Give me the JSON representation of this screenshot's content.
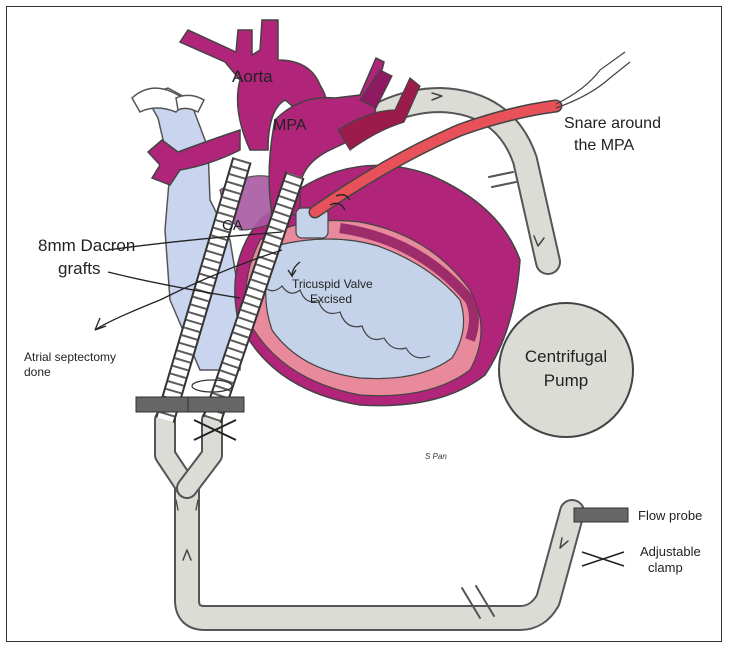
{
  "labels": {
    "aorta": "Aorta",
    "mpa": "MPA",
    "ca": "CA",
    "snare_line1": "Snare around",
    "snare_line2": "the MPA",
    "grafts_line1": "8mm Dacron",
    "grafts_line2": "grafts",
    "tricuspid_line1": "Tricuspid Valve",
    "tricuspid_line2": "Excised",
    "atrial_line1": "Atrial septectomy",
    "atrial_line2": "done",
    "pump_line1": "Centrifugal",
    "pump_line2": "Pump",
    "signature": "S Pan"
  },
  "legend": {
    "flow_probe": "Flow probe",
    "clamp_line1": "Adjustable",
    "clamp_line2": "clamp"
  },
  "colors": {
    "artery": "#b0257a",
    "artery_dark": "#8e1b62",
    "lv_wall": "#e88a9c",
    "rv_chamber": "#c5d3ea",
    "vein": "#c9d4ee",
    "snare": "#e8505a",
    "circuit": "#dcdcd6",
    "circuit_stroke": "#555555",
    "probe": "#666666"
  }
}
